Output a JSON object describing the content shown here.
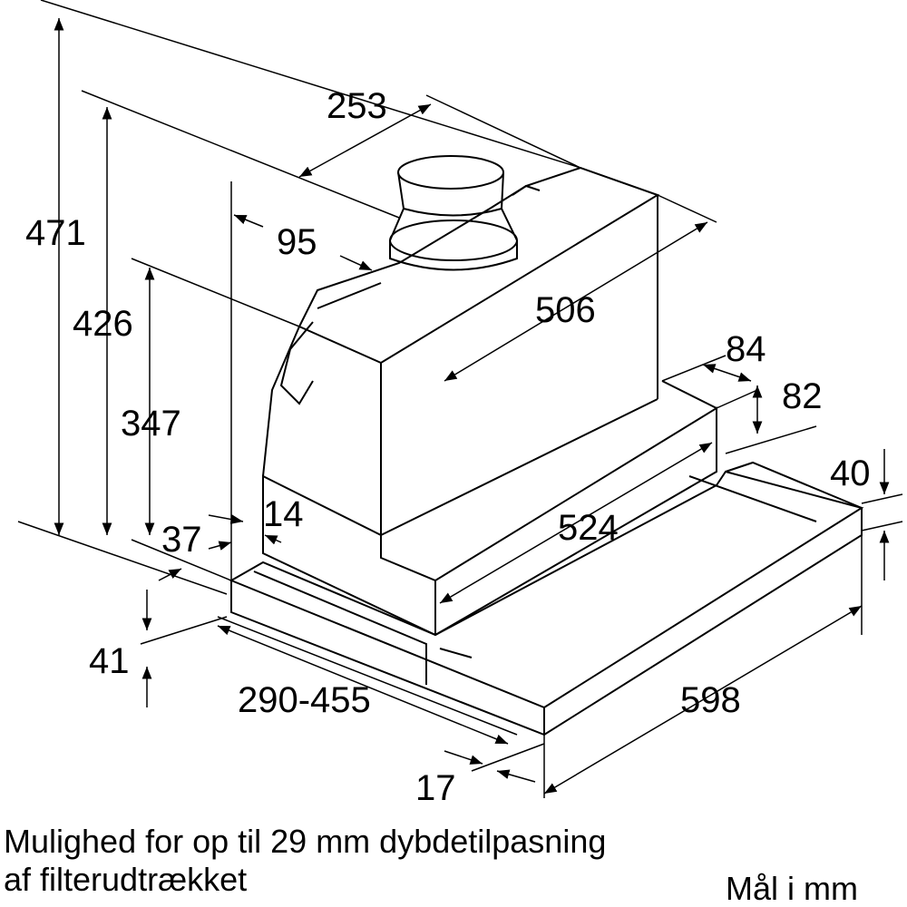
{
  "dimensions": {
    "d471": "471",
    "d426": "426",
    "d347": "347",
    "d253": "253",
    "d95": "95",
    "d506": "506",
    "d84": "84",
    "d82": "82",
    "d40": "40",
    "d524": "524",
    "d14": "14",
    "d37": "37",
    "d41": "41",
    "d290_455": "290-455",
    "d598": "598",
    "d17": "17"
  },
  "caption": {
    "line1": "Mulighed for op til 29 mm dybdetilpasning",
    "line2": "af filterudtrækket",
    "units": "Mål i mm"
  }
}
